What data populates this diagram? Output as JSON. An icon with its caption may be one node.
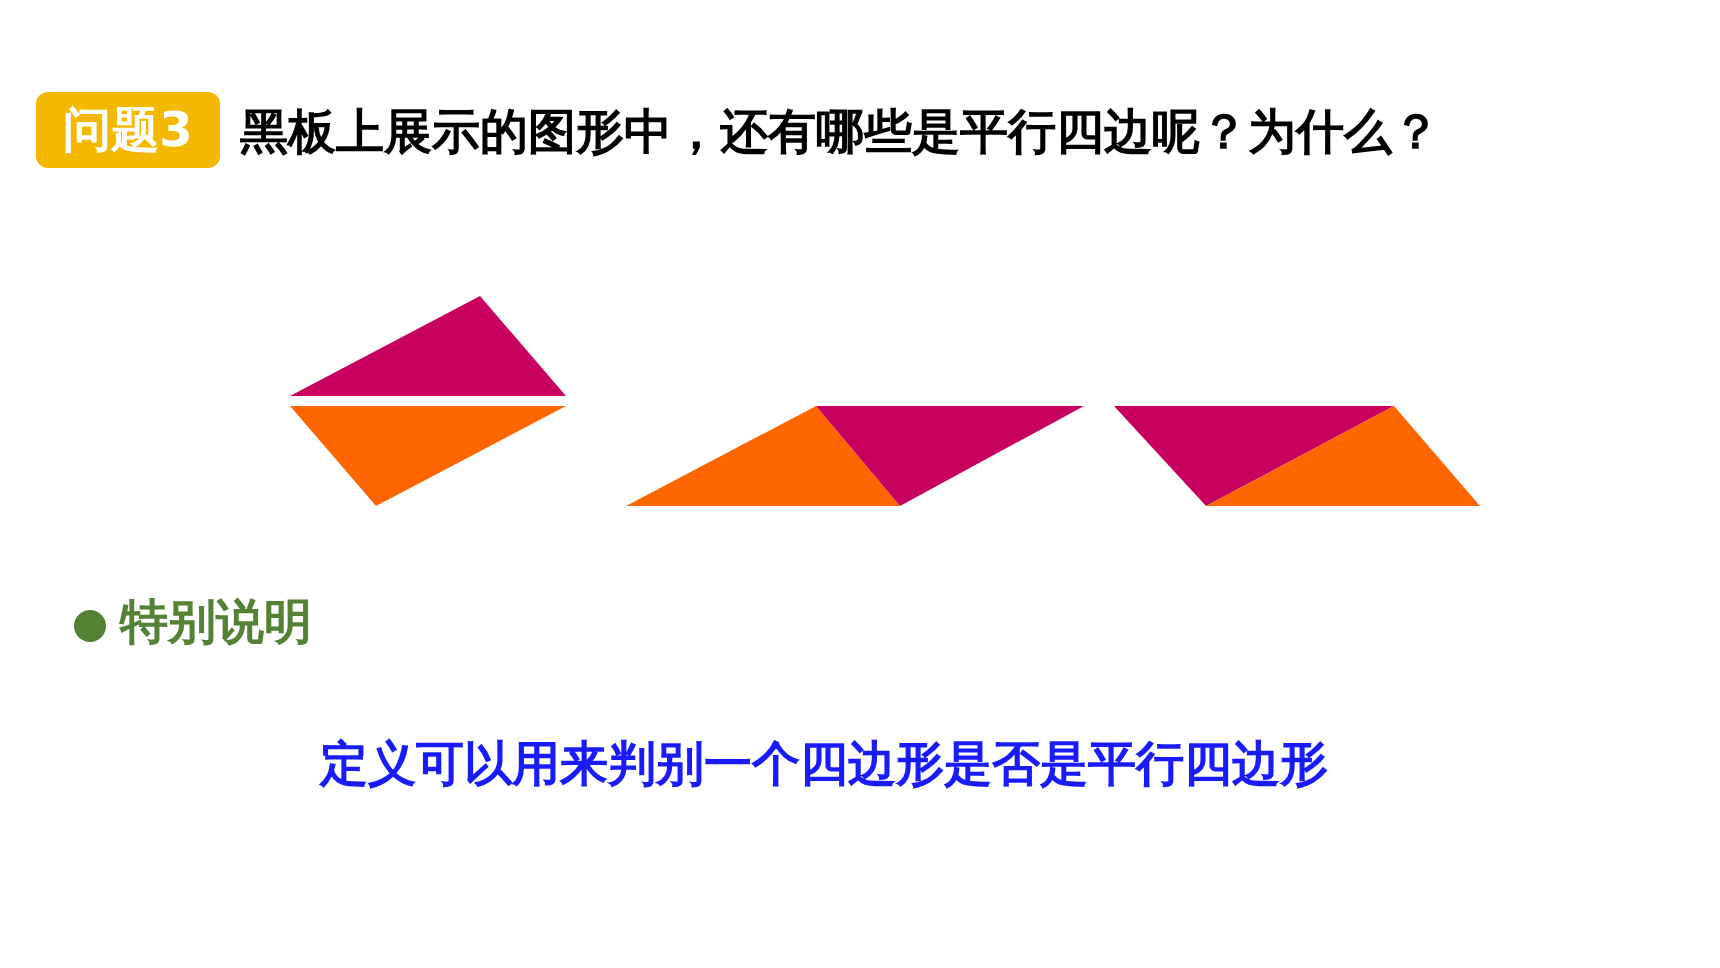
{
  "diagram": {
    "title": "黑板上展示的图形中，还有哪些是平行四边呢？为什么？",
    "labels": [
      "问题3",
      "特别说明",
      "定义可以用来判别一个四边形是否是平行四边形"
    ]
  }
}
